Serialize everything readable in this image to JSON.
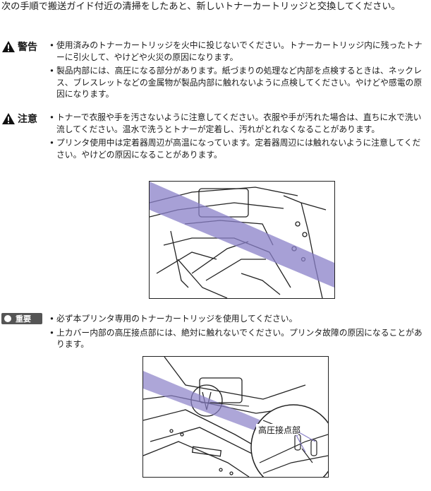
{
  "intro": "次の手順で搬送ガイド付近の清掃をしたあと、新しいトナーカートリッジと交換してください。",
  "warning": {
    "label": "警告",
    "items": [
      "使用済みのトナーカートリッジを火中に投じないでください。トナーカートリッジ内に残ったトナーに引火して、やけどや火災の原因になります。",
      "製品内部には、高圧になる部分があります。紙づまりの処理など内部を点検するときは、ネックレス、ブレスレットなどの金属物が製品内部に触れないように点検してください。やけどや感電の原因になります。"
    ]
  },
  "caution": {
    "label": "注意",
    "items": [
      "トナーで衣服や手を汚さないように注意してください。衣服や手が汚れた場合は、直ちに水で洗い流してください。温水で洗うとトナーが定着し、汚れがとれなくなることがあります。",
      "プリンタ使用中は定着器周辺が高温になっています。定着器周辺には触れないように注意してください。やけどの原因になることがあります。"
    ]
  },
  "important": {
    "label": "重要",
    "items": [
      "必ず本プリンタ専用のトナーカートリッジを使用してください。",
      "上カバー内部の高圧接点部には、絶対に触れないでください。プリンタ故障の原因になることがあります。"
    ]
  },
  "figure2_callout": "高圧接点部",
  "colors": {
    "stripe": "#8a80c8",
    "badge": "#555555"
  }
}
